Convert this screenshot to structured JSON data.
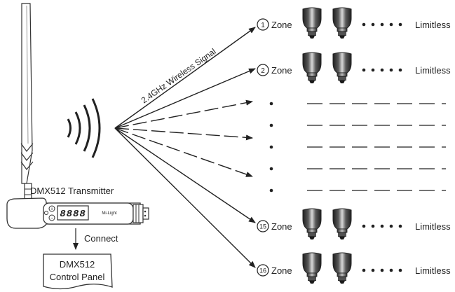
{
  "transmitter": {
    "label": "DMX512 Transmitter",
    "display_digits": "8888",
    "body_text": "Mi-Light"
  },
  "connect_label": "Connect",
  "control_panel": {
    "line1": "DMX512",
    "line2": "Control Panel"
  },
  "signal_label": "2.4GHz Wireless Signal",
  "zones": [
    {
      "number": "1",
      "word": "Zone",
      "limit": "Limitless"
    },
    {
      "number": "2",
      "word": "Zone",
      "limit": "Limitless"
    },
    {
      "number": "15",
      "word": "Zone",
      "limit": "Limitless"
    },
    {
      "number": "16",
      "word": "Zone",
      "limit": "Limitless"
    }
  ],
  "colors": {
    "line": "#222222",
    "bulb_dark": "#2a2a2a",
    "bulb_light": "#9a9a9a",
    "stroke": "#333333"
  },
  "icons": [
    "antenna-icon",
    "wireless-waves-icon",
    "led-bulb-icon",
    "arrow-down-icon"
  ]
}
